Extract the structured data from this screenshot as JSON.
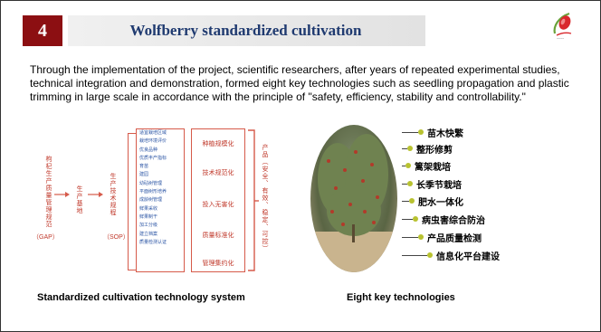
{
  "slide": {
    "number": "4",
    "title": "Wolfberry standardized cultivation",
    "paragraph": "Through the implementation of the project, scientific researchers, after years of repeated experimental studies, technical integration and demonstration, formed eight key technologies such as seedling propagation and plastic trimming in large scale in accordance with the principle of \"safety, efficiency, stability and controllability.\""
  },
  "left_diagram": {
    "gap_vertical": "枸杞生产质量管理规范",
    "gap_label": "（GAP）",
    "base_label": "生产基地",
    "sop_vertical": "生产技术规程",
    "sop_label": "（SOP）",
    "list_items": [
      "适宜栽培区域",
      "栽培环境评价",
      "优良品种",
      "优质丰产指标",
      "育苗",
      "建园",
      "幼砧树管理",
      "平面树形培养",
      "成龄树管理",
      "鲜果采收",
      "鲜果制干",
      "加工分级",
      "建立档案",
      "质量检测认证"
    ],
    "categories": [
      "种植规模化",
      "技术规范化",
      "投入无害化",
      "质量标准化",
      "管理集约化"
    ],
    "product_vertical": "产品（安全、有效、稳定、可控）",
    "caption": "Standardized cultivation technology system"
  },
  "right_diagram": {
    "technologies": [
      "苗木快繁",
      "整形修剪",
      "篱架栽培",
      "长季节栽培",
      "肥水一体化",
      "病虫害综合防治",
      "产品质量检测",
      "信息化平台建设"
    ],
    "caption": "Eight key technologies"
  },
  "colors": {
    "number_box": "#8c0f12",
    "title": "#1f3a70",
    "diagram_red": "#c0392b",
    "diagram_blue": "#2a54a4",
    "dot": "#b8c230"
  }
}
